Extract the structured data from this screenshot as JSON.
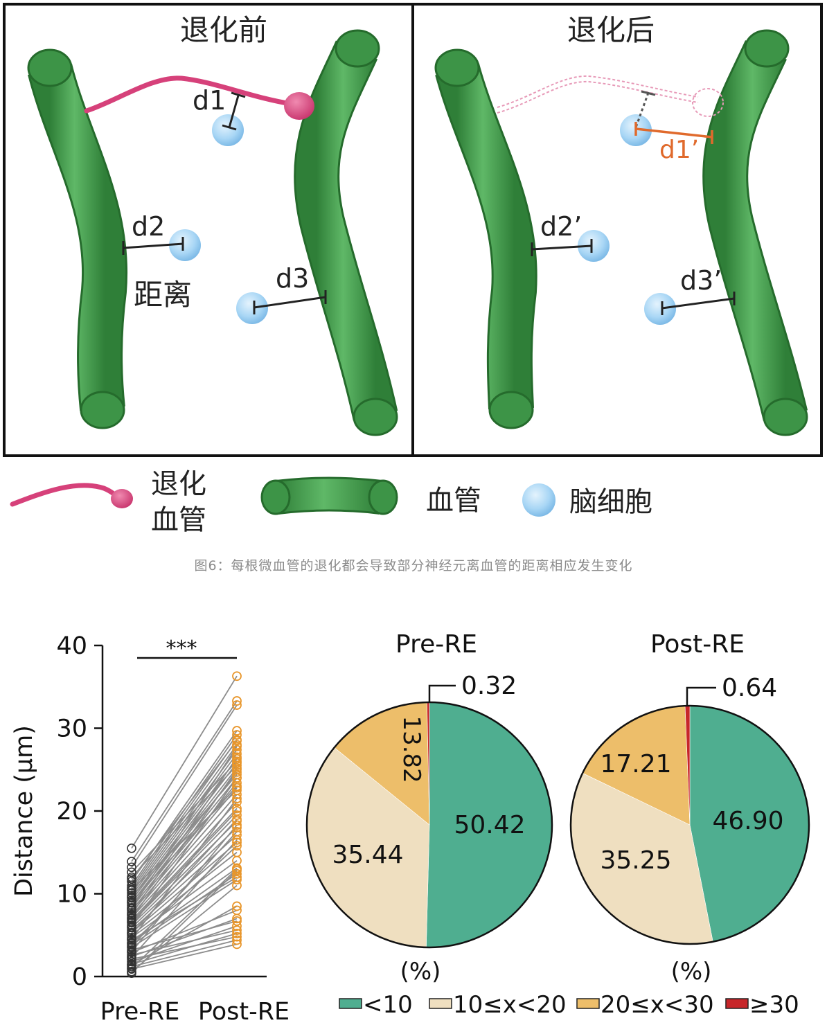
{
  "diagram": {
    "panel_before_title": "退化前",
    "panel_after_title": "退化后",
    "distance_label": "距离",
    "labels_before": [
      "d1",
      "d2",
      "d3"
    ],
    "labels_after": [
      "d1’",
      "d2’",
      "d3’"
    ],
    "legend": {
      "regressed_vessel_line1": "退化",
      "regressed_vessel_line2": "血管",
      "vessel": "血管",
      "brain_cell": "脑细胞"
    },
    "colors": {
      "vessel_green": "#3f9a48",
      "regressed_pink": "#d6417a",
      "cell_blue": "#9fd1f4",
      "new_distance_orange": "#e06a2c"
    }
  },
  "caption": "图6：每根微血管的退化都会导致部分神经元离血管的距离相应发生变化",
  "chart_data": [
    {
      "type": "scatter",
      "subtype": "paired-dot",
      "ylabel": "Distance (μm)",
      "ylim": [
        0,
        40
      ],
      "yticks": [
        "0",
        "10",
        "20",
        "30",
        "40"
      ],
      "categories": [
        "Pre-RE",
        "Post-RE"
      ],
      "significance": "***",
      "pairs": [
        [
          0.9,
          3.9
        ],
        [
          1.2,
          4.4
        ],
        [
          1.5,
          5.2
        ],
        [
          1.8,
          6.1
        ],
        [
          2.1,
          4.8
        ],
        [
          2.4,
          7.0
        ],
        [
          2.6,
          5.6
        ],
        [
          2.9,
          8.0
        ],
        [
          3.2,
          6.7
        ],
        [
          3.5,
          11.7
        ],
        [
          3.8,
          12.4
        ],
        [
          4.1,
          13.1
        ],
        [
          4.4,
          12.0
        ],
        [
          4.7,
          14.0
        ],
        [
          5.0,
          15.0
        ],
        [
          5.3,
          16.2
        ],
        [
          5.6,
          17.1
        ],
        [
          5.9,
          18.0
        ],
        [
          6.2,
          18.8
        ],
        [
          6.5,
          19.5
        ],
        [
          6.8,
          20.3
        ],
        [
          7.1,
          21.1
        ],
        [
          7.4,
          22.0
        ],
        [
          7.7,
          22.8
        ],
        [
          8.0,
          23.4
        ],
        [
          8.3,
          24.0
        ],
        [
          8.6,
          24.7
        ],
        [
          8.9,
          25.2
        ],
        [
          9.2,
          25.8
        ],
        [
          9.5,
          26.3
        ],
        [
          9.8,
          26.9
        ],
        [
          10.1,
          27.4
        ],
        [
          10.4,
          28.0
        ],
        [
          10.7,
          28.6
        ],
        [
          11.0,
          29.2
        ],
        [
          11.5,
          29.7
        ],
        [
          12.0,
          25.5
        ],
        [
          12.6,
          26.0
        ],
        [
          13.2,
          32.8
        ],
        [
          13.9,
          33.3
        ],
        [
          15.5,
          36.3
        ],
        [
          0.6,
          11.0
        ],
        [
          1.0,
          13.0
        ],
        [
          3.0,
          18.3
        ],
        [
          4.5,
          21.5
        ],
        [
          6.0,
          24.0
        ],
        [
          7.5,
          26.5
        ],
        [
          9.0,
          23.0
        ],
        [
          10.5,
          22.5
        ],
        [
          5.2,
          19.0
        ],
        [
          2.3,
          16.5
        ],
        [
          8.2,
          27.8
        ],
        [
          11.8,
          28.5
        ],
        [
          0.4,
          12.8
        ],
        [
          6.6,
          20.0
        ],
        [
          4.0,
          15.8
        ],
        [
          9.6,
          24.4
        ],
        [
          1.4,
          8.5
        ],
        [
          3.6,
          17.5
        ],
        [
          7.0,
          25.0
        ]
      ],
      "line_color": "#8c8c8c",
      "post_color": "#e8962b"
    },
    {
      "type": "pie",
      "title": "Pre-RE",
      "unit_label": "(%)",
      "labels": [
        "<10",
        "10≤x<20",
        "20≤x<30",
        "≥30"
      ],
      "values": [
        50.42,
        35.44,
        13.82,
        0.32
      ],
      "value_labels": [
        "50.42",
        "35.44",
        "13.82",
        "0.32"
      ],
      "colors": [
        "#4fae90",
        "#efdfc0",
        "#edbe6a",
        "#c7262a"
      ]
    },
    {
      "type": "pie",
      "title": "Post-RE",
      "unit_label": "(%)",
      "labels": [
        "<10",
        "10≤x<20",
        "20≤x<30",
        "≥30"
      ],
      "values": [
        46.9,
        35.25,
        17.21,
        0.64
      ],
      "value_labels": [
        "46.90",
        "35.25",
        "17.21",
        "0.64"
      ],
      "colors": [
        "#4fae90",
        "#efdfc0",
        "#edbe6a",
        "#c7262a"
      ]
    }
  ],
  "legend": {
    "labels": [
      "<10",
      "10≤x<20",
      "20≤x<30",
      "≥30"
    ],
    "colors": [
      "#4fae90",
      "#efdfc0",
      "#edbe6a",
      "#c7262a"
    ]
  }
}
